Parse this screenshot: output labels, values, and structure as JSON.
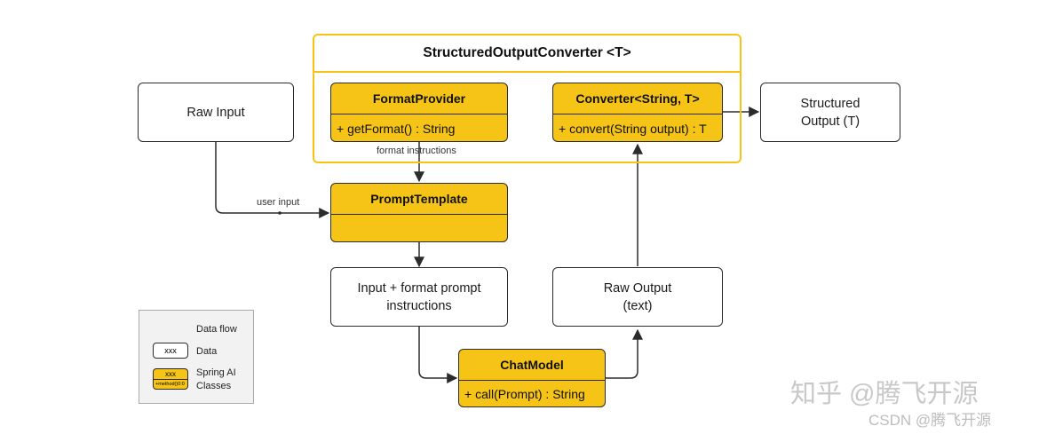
{
  "container": {
    "title": "StructuredOutputConverter <T>"
  },
  "nodes": {
    "raw_input": "Raw Input",
    "structured_output": [
      "Structured",
      "Output (T)"
    ],
    "input_format": [
      "Input + format prompt",
      "instructions"
    ],
    "raw_output": [
      "Raw Output",
      "(text)"
    ]
  },
  "classes": {
    "format_provider": {
      "name": "FormatProvider",
      "method": "+ getFormat() : String"
    },
    "converter": {
      "name": "Converter<String, T>",
      "method": "+ convert(String output) : T"
    },
    "prompt_template": {
      "name": "PromptTemplate"
    },
    "chat_model": {
      "name": "ChatModel",
      "method": "+ call(Prompt) : String"
    }
  },
  "edge_labels": {
    "format_instructions": "format instructions",
    "user_input": "user input"
  },
  "legend": {
    "data_flow": "Data flow",
    "data": "Data",
    "data_sample": "xxx",
    "classes": [
      "Spring AI",
      "Classes"
    ],
    "class_sample": "xxx",
    "class_sample_method": "+method()0:0"
  },
  "watermarks": {
    "zhihu": "知乎 @腾飞开源",
    "csdn": "CSDN @腾飞开源"
  },
  "colors": {
    "accent": "#f6c416",
    "line": "#2b2b2b"
  }
}
